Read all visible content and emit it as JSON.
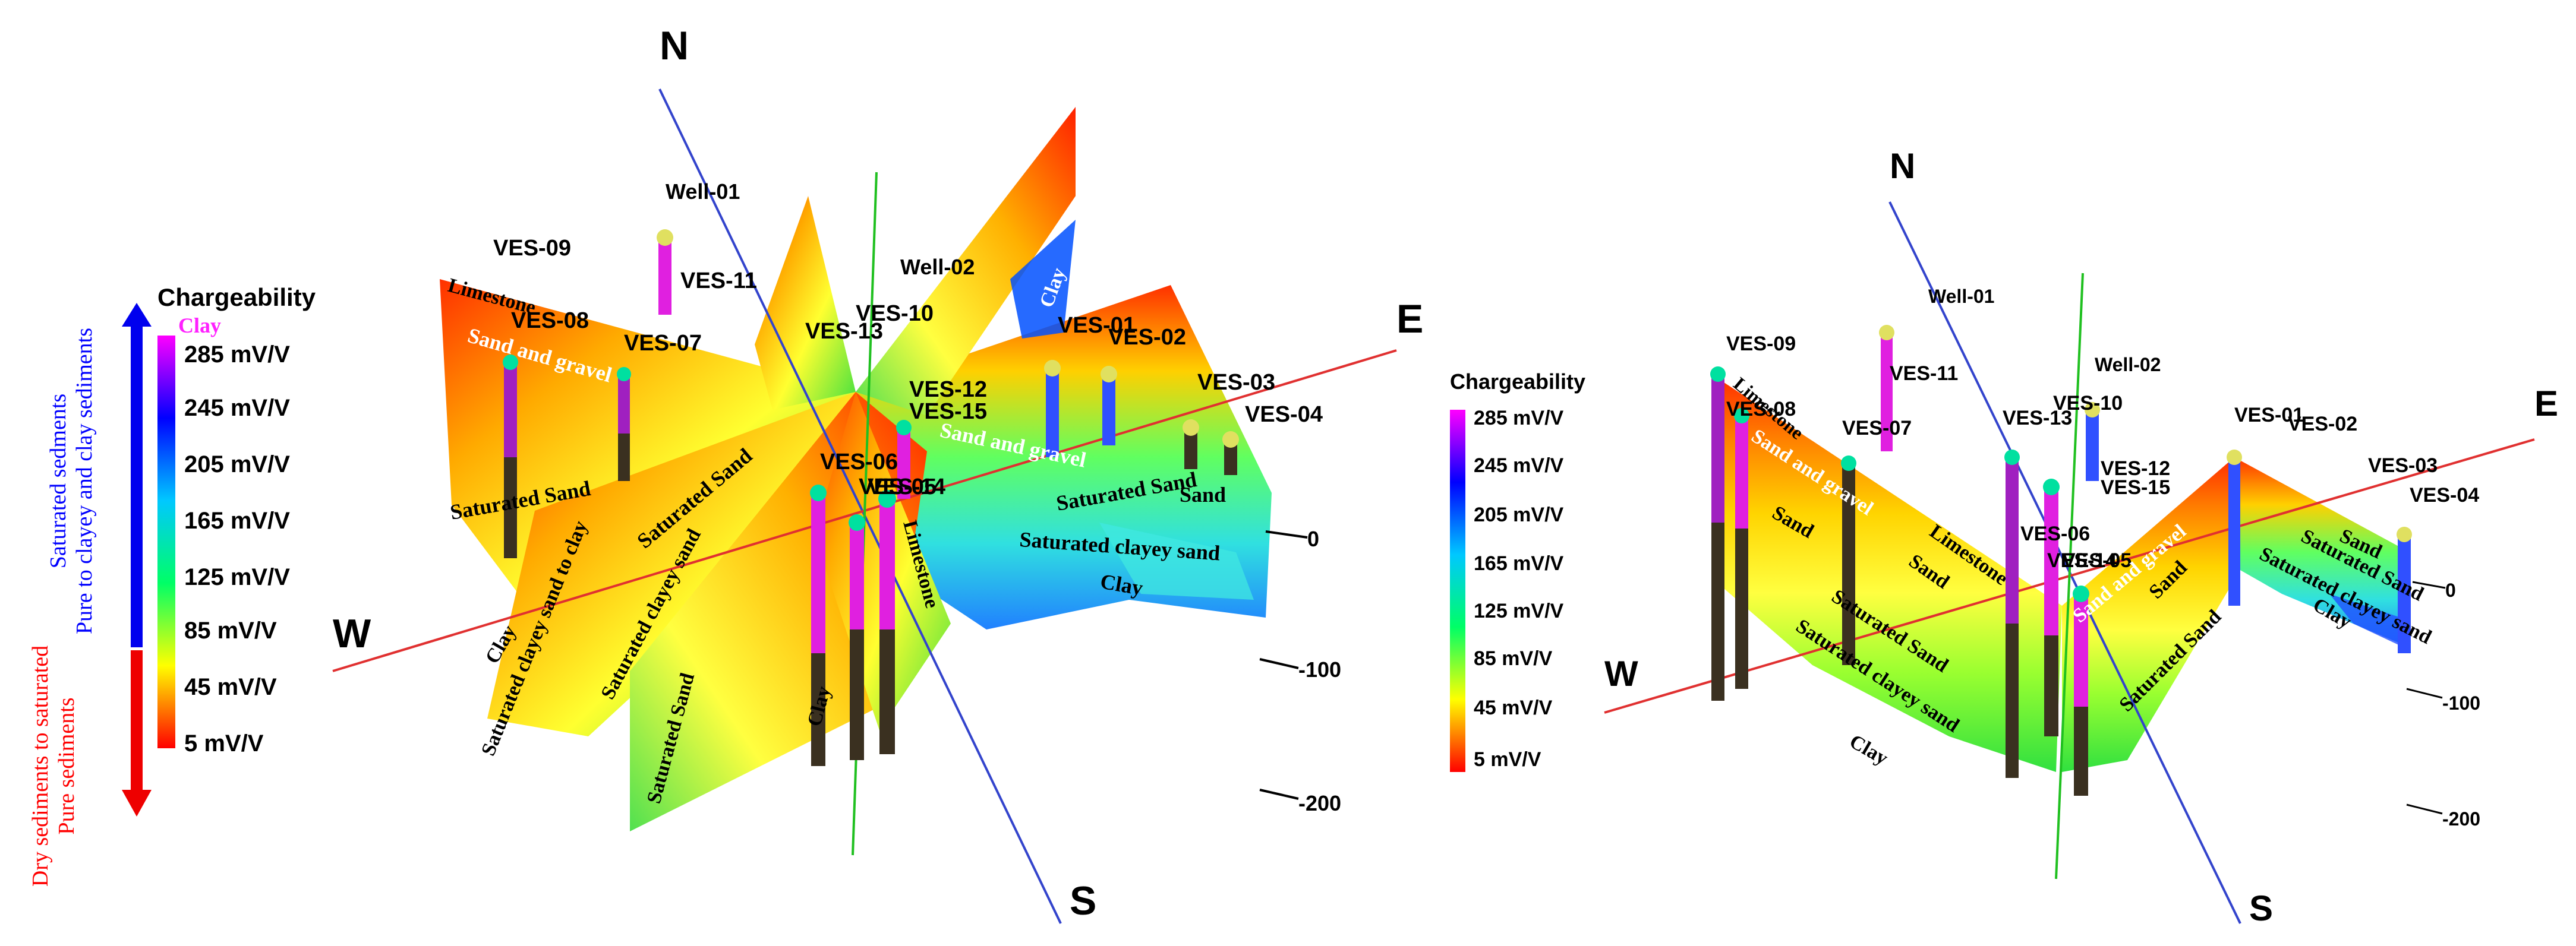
{
  "left_diagram": {
    "compass": {
      "north": "N",
      "south": "S",
      "east": "E",
      "west": "W"
    },
    "depth_ticks": [
      "0",
      "-100",
      "-200"
    ],
    "stations": [
      "VES-09",
      "VES-08",
      "VES-07",
      "VES-11",
      "Well-01",
      "VES-13",
      "VES-10",
      "Well-02",
      "VES-01",
      "VES-02",
      "VES-12",
      "VES-15",
      "VES-03",
      "VES-04",
      "VES-06",
      "VES-05",
      "VES-14"
    ],
    "lithology_labels": [
      "Clay",
      "Limestone",
      "Sand and gravel",
      "Sand and gravel",
      "Saturated Sand",
      "Saturated Sand",
      "Saturated clayey sand to clay",
      "Saturated clayey sand",
      "Saturated Sand",
      "Clay",
      "Clay",
      "Limestone",
      "Sand",
      "Saturated Sand",
      "Saturated clayey sand",
      "Clay"
    ]
  },
  "right_diagram": {
    "compass": {
      "north": "N",
      "south": "S",
      "east": "E",
      "west": "W"
    },
    "depth_ticks": [
      "0",
      "-100",
      "-200"
    ],
    "stations": [
      "VES-09",
      "VES-08",
      "VES-07",
      "Well-01",
      "VES-11",
      "Well-02",
      "VES-10",
      "VES-13",
      "VES-12",
      "VES-15",
      "VES-06",
      "VES-05",
      "VES-14",
      "VES-01",
      "VES-02",
      "VES-03",
      "VES-04"
    ],
    "lithology_labels": [
      "Limestone",
      "Sand and gravel",
      "Sand",
      "Limestone",
      "Sand",
      "Saturated Sand",
      "Saturated clayey sand",
      "Clay",
      "Sand and gravel",
      "Sand",
      "Saturated Sand",
      "Sand",
      "Saturated Sand",
      "Saturated clayey sand",
      "Clay"
    ]
  },
  "legend": {
    "title": "Chargeability",
    "top_class": "Clay",
    "values": [
      "285 mV/V",
      "245 mV/V",
      "205 mV/V",
      "165 mV/V",
      "125 mV/V",
      "85 mV/V",
      "45 mV/V",
      "5 mV/V"
    ],
    "arrow_up_text": "Saturated sedments Pure to clayey and clay sediments",
    "arrow_down_text": "Dry sediments to saturated Pure sediments",
    "colors": [
      "#ff00ff",
      "#0000ff",
      "#00c8ff",
      "#00ff66",
      "#ffff00",
      "#ff0000"
    ]
  }
}
